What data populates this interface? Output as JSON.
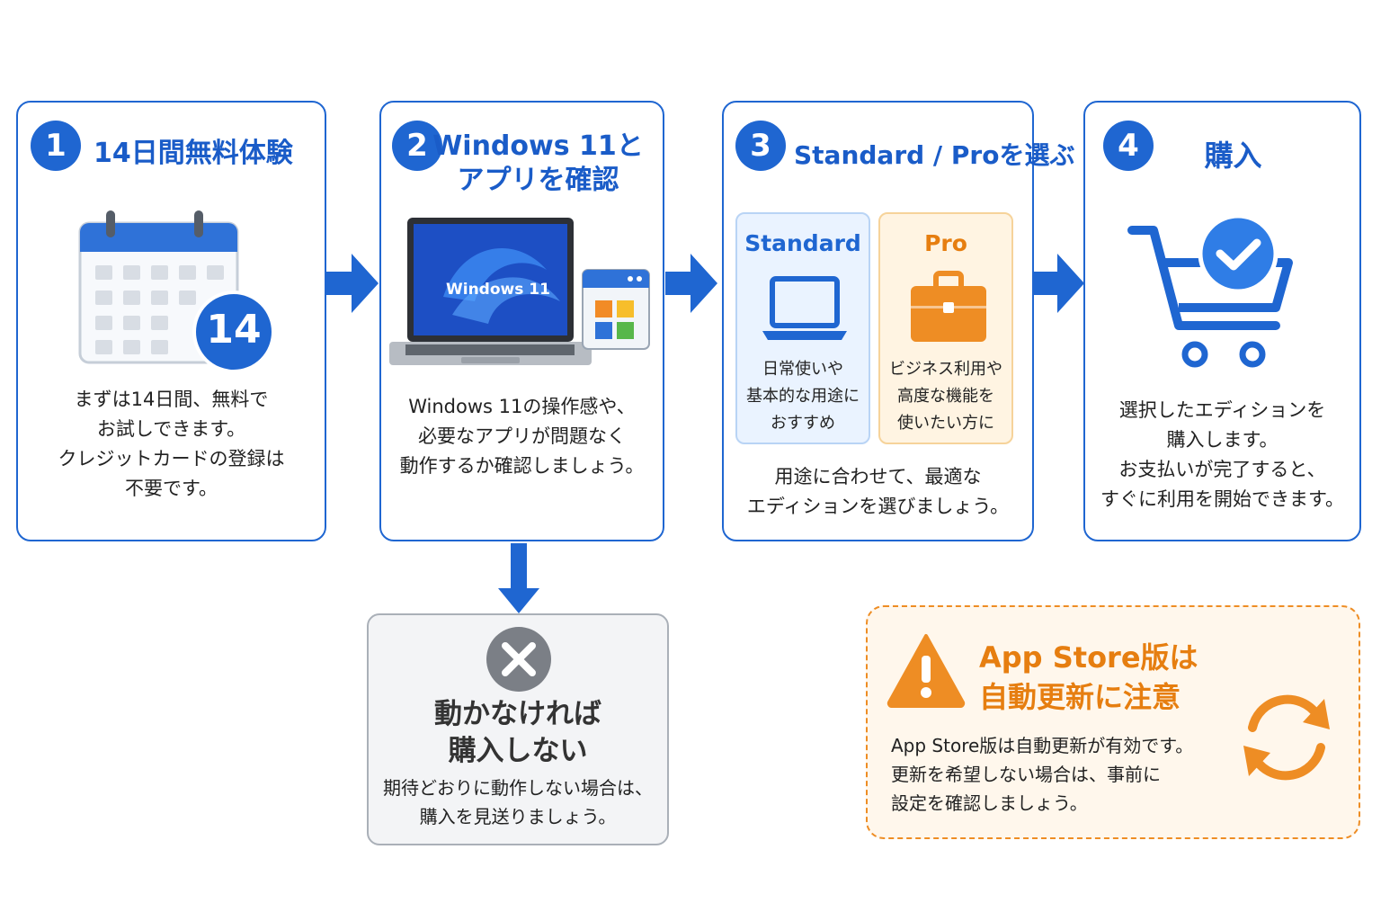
{
  "colors": {
    "primary": "#1f66d1",
    "accent_orange": "#ee8d24",
    "neutral_gray": "#7b7f86"
  },
  "steps": [
    {
      "number": "1",
      "title": "14日間無料体験",
      "calendar_day": "14",
      "description": "まずは14日間、無料で\nお試しできます。\nクレジットカードの登録は\n不要です。"
    },
    {
      "number": "2",
      "title": "Windows 11と\nアプリを確認",
      "screen_label": "Windows 11",
      "description": "Windows 11の操作感や、\n必要なアプリが問題なく\n動作するか確認しましょう。"
    },
    {
      "number": "3",
      "title": "Standard / Proを選ぶ",
      "description": "用途に合わせて、最適な\nエディションを選びましょう。",
      "options": [
        {
          "name": "Standard",
          "icon": "laptop-icon",
          "description": "日常使いや\n基本的な用途に\nおすすめ"
        },
        {
          "name": "Pro",
          "icon": "briefcase-icon",
          "description": "ビジネス利用や\n高度な機能を\n使いたい方に"
        }
      ]
    },
    {
      "number": "4",
      "title": "購入",
      "description": "選択したエディションを\n購入します。\nお支払いが完了すると、\nすぐに利用を開始できます。"
    }
  ],
  "no_go": {
    "title": "動かなければ\n購入しない",
    "description": "期待どおりに動作しない場合は、\n購入を見送りましょう。"
  },
  "warning": {
    "title": "App Store版は\n自動更新に注意",
    "description": "App Store版は自動更新が有効です。\n更新を希望しない場合は、事前に\n設定を確認しましょう。"
  }
}
